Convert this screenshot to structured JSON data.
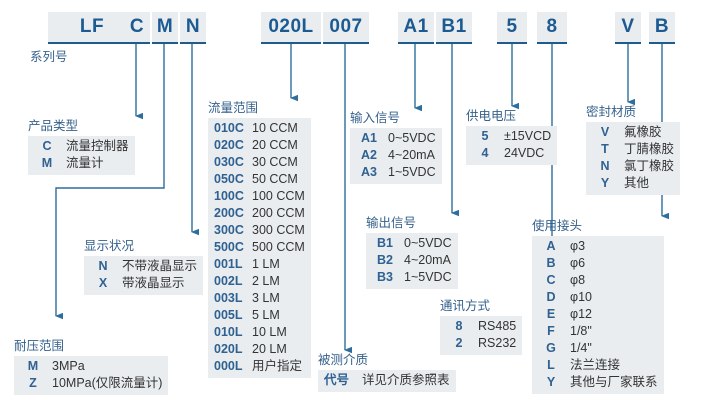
{
  "diagram": {
    "title_label": "系列号",
    "codes": [
      {
        "name": "series",
        "text": "LF"
      },
      {
        "name": "product-type",
        "text": "C"
      },
      {
        "name": "pressure",
        "text": "M"
      },
      {
        "name": "display",
        "text": "N"
      },
      {
        "name": "flow-range",
        "text": "020L"
      },
      {
        "name": "medium",
        "text": "007"
      },
      {
        "name": "input-signal",
        "text": "A1"
      },
      {
        "name": "output-signal",
        "text": "B1"
      },
      {
        "name": "supply-voltage",
        "text": "5"
      },
      {
        "name": "communication",
        "text": "8"
      },
      {
        "name": "seal-material",
        "text": "V"
      },
      {
        "name": "connector",
        "text": "B"
      }
    ],
    "blocks": {
      "product_type": {
        "title": "产品类型",
        "rows": [
          {
            "code": "C",
            "desc": "流量控制器"
          },
          {
            "code": "M",
            "desc": "流量计"
          }
        ]
      },
      "display_status": {
        "title": "显示状况",
        "rows": [
          {
            "code": "N",
            "desc": "不带液晶显示"
          },
          {
            "code": "X",
            "desc": "带液晶显示"
          }
        ]
      },
      "pressure_range": {
        "title": "耐压范围",
        "rows": [
          {
            "code": "M",
            "desc": "3MPa"
          },
          {
            "code": "Z",
            "desc": "10MPa(仅限流量计)"
          }
        ]
      },
      "flow_range": {
        "title": "流量范围",
        "rows": [
          {
            "code": "010C",
            "desc": "10 CCM"
          },
          {
            "code": "020C",
            "desc": "20 CCM"
          },
          {
            "code": "030C",
            "desc": "30 CCM"
          },
          {
            "code": "050C",
            "desc": "50 CCM"
          },
          {
            "code": "100C",
            "desc": "100 CCM"
          },
          {
            "code": "200C",
            "desc": "200 CCM"
          },
          {
            "code": "300C",
            "desc": "300 CCM"
          },
          {
            "code": "500C",
            "desc": "500 CCM"
          },
          {
            "code": "001L",
            "desc": "1 LM"
          },
          {
            "code": "002L",
            "desc": "2 LM"
          },
          {
            "code": "003L",
            "desc": "3 LM"
          },
          {
            "code": "005L",
            "desc": "5 LM"
          },
          {
            "code": "010L",
            "desc": "10 LM"
          },
          {
            "code": "020L",
            "desc": "20 LM"
          },
          {
            "code": "000L",
            "desc": "用户指定"
          }
        ]
      },
      "medium": {
        "title": "被测介质",
        "rows": [
          {
            "code": "代号",
            "desc": "详见介质参照表"
          }
        ]
      },
      "input_signal": {
        "title": "输入信号",
        "rows": [
          {
            "code": "A1",
            "desc": "0~5VDC"
          },
          {
            "code": "A2",
            "desc": "4~20mA"
          },
          {
            "code": "A3",
            "desc": "1~5VDC"
          }
        ]
      },
      "output_signal": {
        "title": "输出信号",
        "rows": [
          {
            "code": "B1",
            "desc": "0~5VDC"
          },
          {
            "code": "B2",
            "desc": "4~20mA"
          },
          {
            "code": "B3",
            "desc": "1~5VDC"
          }
        ]
      },
      "supply_voltage": {
        "title": "供电电压",
        "rows": [
          {
            "code": "5",
            "desc": "±15VCD"
          },
          {
            "code": "4",
            "desc": "24VDC"
          }
        ]
      },
      "communication": {
        "title": "通讯方式",
        "rows": [
          {
            "code": "8",
            "desc": "RS485"
          },
          {
            "code": "2",
            "desc": "RS232"
          }
        ]
      },
      "seal_material": {
        "title": "密封材质",
        "rows": [
          {
            "code": "V",
            "desc": "氟橡胶"
          },
          {
            "code": "T",
            "desc": "丁腈橡胶"
          },
          {
            "code": "N",
            "desc": "氯丁橡胶"
          },
          {
            "code": "Y",
            "desc": "其他"
          }
        ]
      },
      "connector": {
        "title": "使用接头",
        "rows": [
          {
            "code": "A",
            "desc": "φ3"
          },
          {
            "code": "B",
            "desc": "φ6"
          },
          {
            "code": "C",
            "desc": "φ8"
          },
          {
            "code": "D",
            "desc": "φ10"
          },
          {
            "code": "E",
            "desc": "φ12"
          },
          {
            "code": "F",
            "desc": "1/8\""
          },
          {
            "code": "G",
            "desc": "1/4\""
          },
          {
            "code": "L",
            "desc": "法兰连接"
          },
          {
            "code": "Y",
            "desc": "其他与厂家联系"
          }
        ]
      }
    },
    "colors": {
      "chip_bg": "#e9edf0",
      "chip_text": "#1c5a91",
      "line": "#2d6e9e",
      "title_text": "#35618c",
      "code_text": "#2f6191",
      "desc_text": "#333333"
    }
  }
}
